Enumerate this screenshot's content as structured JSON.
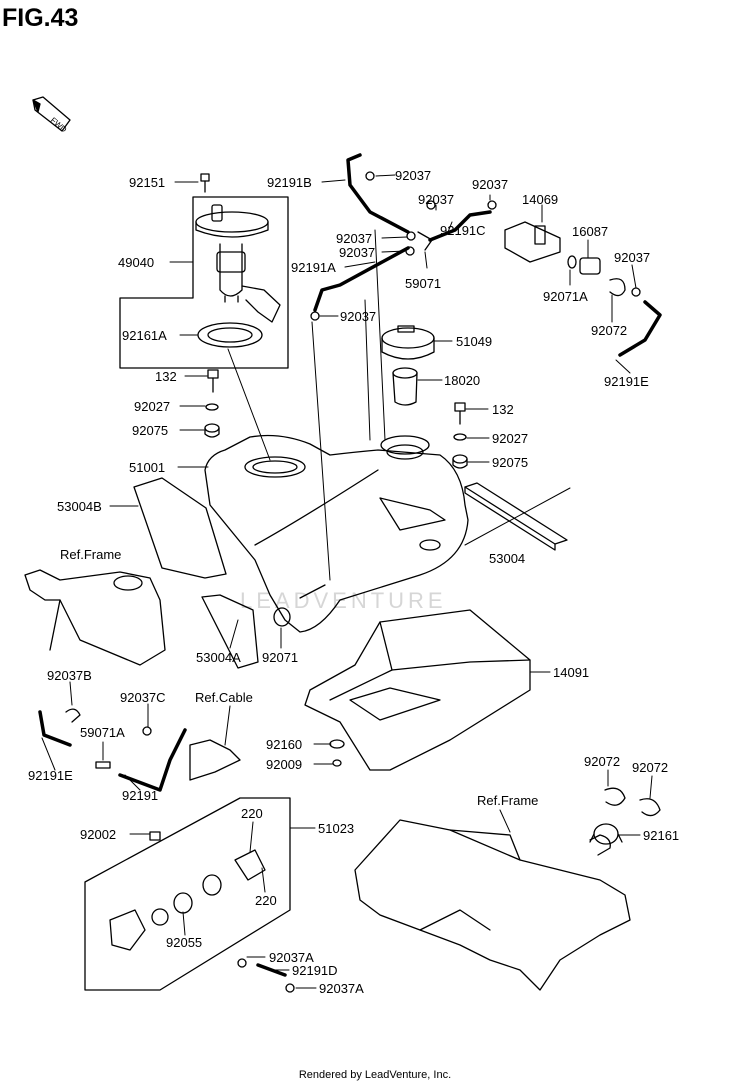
{
  "title": "FIG.43",
  "fwd_label": "FWD",
  "footer": "Rendered by LeadVenture, Inc.",
  "watermark": "LEADVENTURE",
  "callouts": [
    {
      "id": "l-92151",
      "text": "92151"
    },
    {
      "id": "l-92191B",
      "text": "92191B"
    },
    {
      "id": "l-92037-top",
      "text": "92037"
    },
    {
      "id": "l-92037-b",
      "text": "92037"
    },
    {
      "id": "l-92037-c",
      "text": "92037"
    },
    {
      "id": "l-14069",
      "text": "14069"
    },
    {
      "id": "l-49040",
      "text": "49040"
    },
    {
      "id": "l-92037-d",
      "text": "92037"
    },
    {
      "id": "l-92037-e",
      "text": "92037"
    },
    {
      "id": "l-92191C",
      "text": "92191C"
    },
    {
      "id": "l-16087",
      "text": "16087"
    },
    {
      "id": "l-92037-f",
      "text": "92037"
    },
    {
      "id": "l-92191A",
      "text": "92191A"
    },
    {
      "id": "l-59071",
      "text": "59071"
    },
    {
      "id": "l-92071A",
      "text": "92071A"
    },
    {
      "id": "l-92037-g",
      "text": "92037"
    },
    {
      "id": "l-92072-a",
      "text": "92072"
    },
    {
      "id": "l-92161A",
      "text": "92161A"
    },
    {
      "id": "l-51049",
      "text": "51049"
    },
    {
      "id": "l-92191E-a",
      "text": "92191E"
    },
    {
      "id": "l-132-a",
      "text": "132"
    },
    {
      "id": "l-18020",
      "text": "18020"
    },
    {
      "id": "l-92027-a",
      "text": "92027"
    },
    {
      "id": "l-132-b",
      "text": "132"
    },
    {
      "id": "l-92075-a",
      "text": "92075"
    },
    {
      "id": "l-92027-b",
      "text": "92027"
    },
    {
      "id": "l-92075-b",
      "text": "92075"
    },
    {
      "id": "l-51001",
      "text": "51001"
    },
    {
      "id": "l-53004B",
      "text": "53004B"
    },
    {
      "id": "l-ref-frame-a",
      "text": "Ref.Frame"
    },
    {
      "id": "l-53004",
      "text": "53004"
    },
    {
      "id": "l-92071",
      "text": "92071"
    },
    {
      "id": "l-53004A",
      "text": "53004A"
    },
    {
      "id": "l-14091",
      "text": "14091"
    },
    {
      "id": "l-92037B",
      "text": "92037B"
    },
    {
      "id": "l-92037C",
      "text": "92037C"
    },
    {
      "id": "l-ref-cable",
      "text": "Ref.Cable"
    },
    {
      "id": "l-59071A",
      "text": "59071A"
    },
    {
      "id": "l-92160",
      "text": "92160"
    },
    {
      "id": "l-92009",
      "text": "92009"
    },
    {
      "id": "l-92191E-b",
      "text": "92191E"
    },
    {
      "id": "l-92072-b",
      "text": "92072"
    },
    {
      "id": "l-92072-c",
      "text": "92072"
    },
    {
      "id": "l-92191",
      "text": "92191"
    },
    {
      "id": "l-ref-frame-b",
      "text": "Ref.Frame"
    },
    {
      "id": "l-220-a",
      "text": "220"
    },
    {
      "id": "l-51023",
      "text": "51023"
    },
    {
      "id": "l-92002",
      "text": "92002"
    },
    {
      "id": "l-92161",
      "text": "92161"
    },
    {
      "id": "l-220-b",
      "text": "220"
    },
    {
      "id": "l-92055",
      "text": "92055"
    },
    {
      "id": "l-92037A-a",
      "text": "92037A"
    },
    {
      "id": "l-92191D",
      "text": "92191D"
    },
    {
      "id": "l-92037A-b",
      "text": "92037A"
    }
  ]
}
